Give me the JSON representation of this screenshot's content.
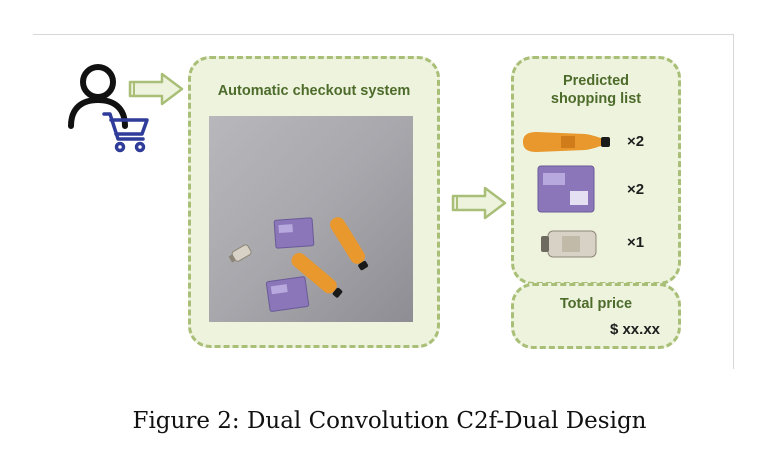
{
  "checkout_panel": {
    "title": "Automatic checkout system"
  },
  "shopping_list": {
    "title_line1": "Predicted",
    "title_line2": "shopping list",
    "items": [
      {
        "icon": "orange-bottle-icon",
        "quantity": "×2"
      },
      {
        "icon": "purple-box-icon",
        "quantity": "×2"
      },
      {
        "icon": "small-jar-icon",
        "quantity": "×1"
      }
    ]
  },
  "total": {
    "label": "Total price",
    "value": "$ xx.xx"
  },
  "caption": "Figure 2: Dual Convolution C2f-Dual Design",
  "colors": {
    "panel_fill": "#eef3de",
    "panel_border": "#a9bf78",
    "title_green": "#4d6b2a",
    "cart_blue": "#2f3c9a",
    "bottle_orange": "#e8982c",
    "box_purple": "#8a76b8"
  }
}
